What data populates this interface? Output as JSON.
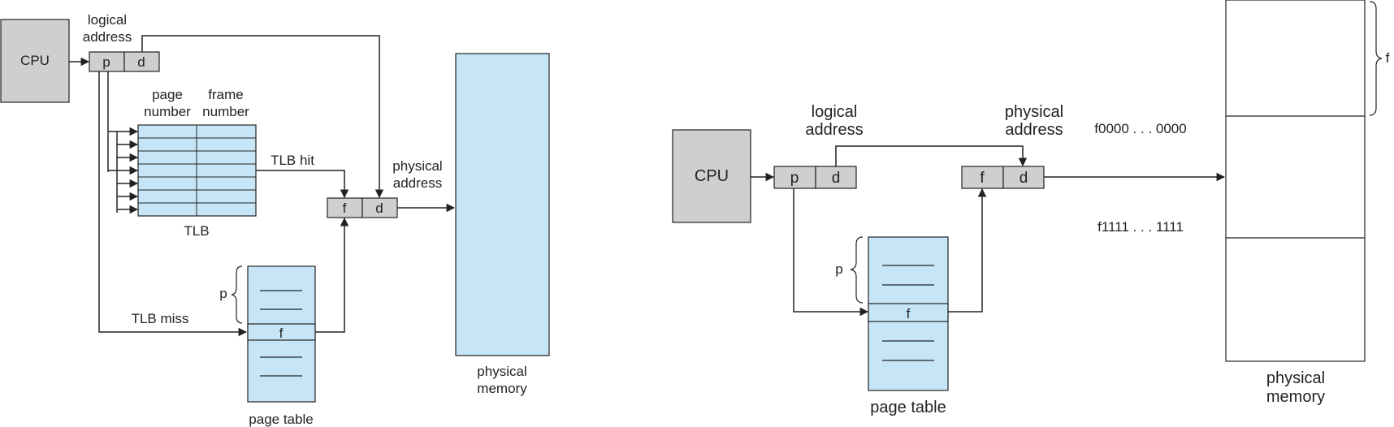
{
  "left_diagram": {
    "cpu": "CPU",
    "logical_address_line1": "logical",
    "logical_address_line2": "address",
    "p": "p",
    "d": "d",
    "tlb_col1_line1": "page",
    "tlb_col1_line2": "number",
    "tlb_col2_line1": "frame",
    "tlb_col2_line2": "number",
    "tlb_label": "TLB",
    "tlb_hit": "TLB hit",
    "tlb_miss": "TLB miss",
    "physical_address_line1": "physical",
    "physical_address_line2": "address",
    "f": "f",
    "page_table_p": "p",
    "page_table_f": "f",
    "page_table_label": "page table",
    "physical_memory_line1": "physical",
    "physical_memory_line2": "memory"
  },
  "right_diagram": {
    "cpu": "CPU",
    "logical_address_line1": "logical",
    "logical_address_line2": "address",
    "p": "p",
    "d": "d",
    "physical_address_line1": "physical",
    "physical_address_line2": "address",
    "f": "f",
    "page_table_p": "p",
    "page_table_f": "f",
    "page_table_label": "page table",
    "addr_start": "f0000 . . . 0000",
    "addr_end": "f1111 . . . 1111",
    "frame_brace_label": "f",
    "physical_memory_line1": "physical",
    "physical_memory_line2": "memory"
  },
  "colors": {
    "grey_box": "#cfcfcf",
    "blue_fill": "#c6e6f7",
    "stroke": "#222222"
  }
}
